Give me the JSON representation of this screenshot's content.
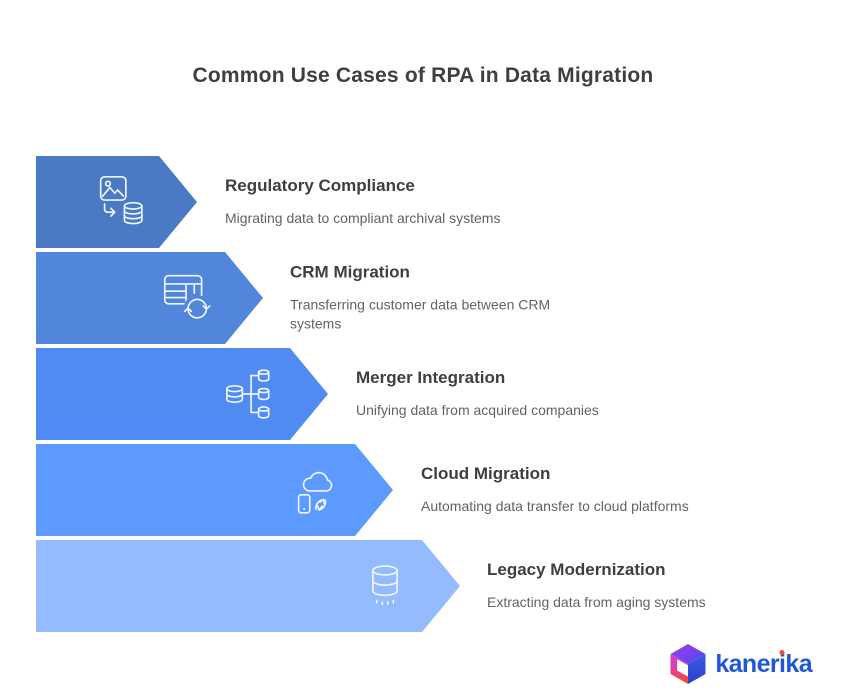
{
  "title": "Common Use Cases of RPA in Data Migration",
  "items": [
    {
      "title": "Regulatory Compliance",
      "description": "Migrating data to compliant archival systems",
      "icon": "image-file-to-database-icon",
      "color": "#4a7ac4"
    },
    {
      "title": "CRM Migration",
      "description": "Transferring customer data between CRM systems",
      "icon": "table-sync-icon",
      "color": "#5285dc"
    },
    {
      "title": "Merger Integration",
      "description": "Unifying data from acquired companies",
      "icon": "database-merge-icon",
      "color": "#4f8bf0"
    },
    {
      "title": "Cloud Migration",
      "description": "Automating data transfer to cloud platforms",
      "icon": "device-cloud-sync-icon",
      "color": "#5c9aff"
    },
    {
      "title": "Legacy Modernization",
      "description": "Extracting data from aging systems",
      "icon": "database-extract-icon",
      "color": "#94bbfd"
    }
  ],
  "logo": {
    "parts": {
      "before": "kaner",
      "accent_letter": "i",
      "after": "ka"
    },
    "brand_blue": "#2156d9",
    "accent_orange": "#f4502c",
    "cube_icon": "kanerika-cube-icon"
  }
}
